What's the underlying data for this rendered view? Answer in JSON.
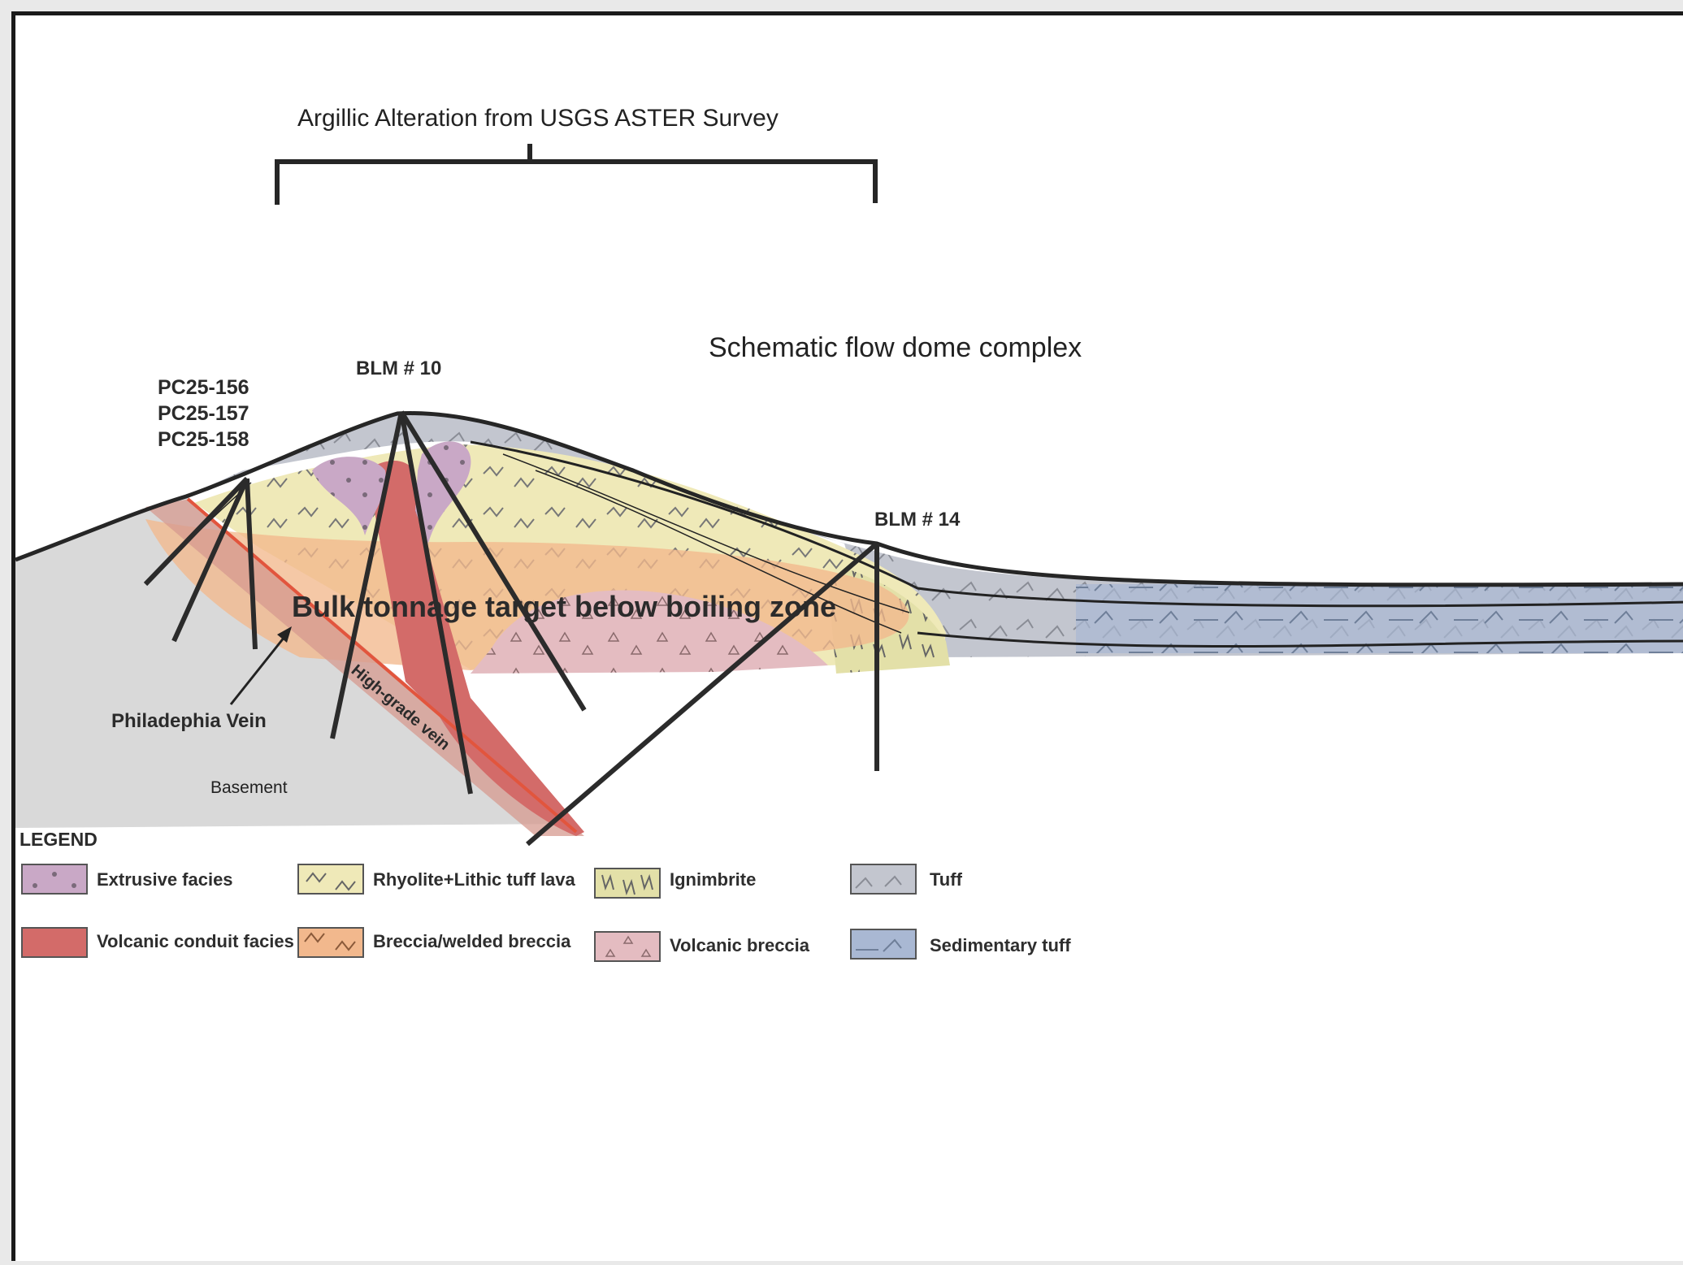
{
  "title": "Argillic Alteration from USGS ASTER Survey",
  "subtitle": "Schematic flow dome complex",
  "drill_holes": {
    "pc_1": "PC25-156",
    "pc_2": "PC25-157",
    "pc_3": "PC25-158",
    "blm_10": "BLM # 10",
    "blm_14": "BLM # 14"
  },
  "annotations": {
    "target": "Bulk tonnage target below boiling zone",
    "vein_name": "Philadephia Vein",
    "vein_label": "High-grade vein",
    "basement": "Basement"
  },
  "legend": {
    "heading": "LEGEND",
    "items": [
      {
        "label": "Extrusive facies",
        "color": "#c9a8c6"
      },
      {
        "label": "Rhyolite+Lithic tuff lava",
        "color": "#efe9b8"
      },
      {
        "label": "Ignimbrite",
        "color": "#e3e0a8"
      },
      {
        "label": "Tuff",
        "color": "#c3c6cf"
      },
      {
        "label": "Volcanic conduit facies",
        "color": "#d36b69"
      },
      {
        "label": "Breccia/welded breccia",
        "color": "#f2b88d"
      },
      {
        "label": "Volcanic breccia",
        "color": "#e4bcc1"
      },
      {
        "label": "Sedimentary tuff",
        "color": "#a9b8d3"
      }
    ]
  }
}
